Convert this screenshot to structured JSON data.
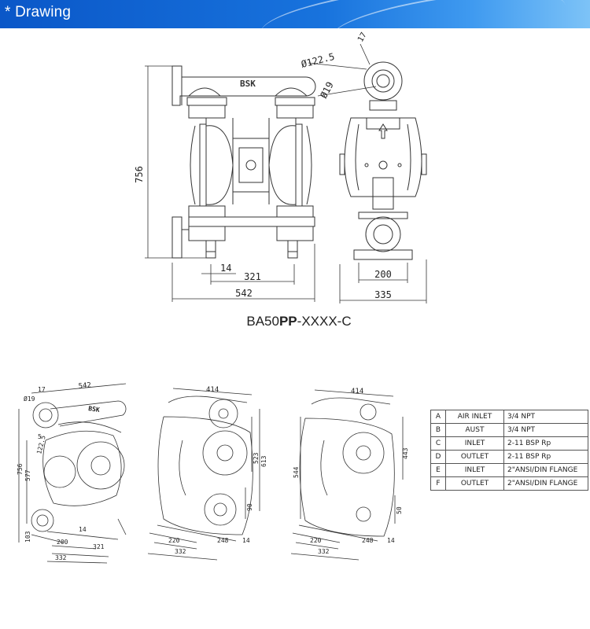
{
  "banner": {
    "title": "* Drawing"
  },
  "brand_mark": "BSK",
  "model": {
    "prefix": "BA50",
    "bold": "PP",
    "suffix": "-XXXX-C"
  },
  "front_view": {
    "height": "756",
    "width_total": "542",
    "width_mid": "321",
    "offset": "14"
  },
  "side_view": {
    "flange_diameter": "Ø122.5",
    "hole_diameter": "Ø19",
    "outer_thickness": "17",
    "base_width": "200",
    "total_width": "335"
  },
  "iso_view_1": {
    "top_width": "542",
    "hole": "Ø19",
    "thick": "17",
    "flange": "122.5",
    "offset_small": "5",
    "height": "756",
    "height_inner": "577",
    "bottom": "103",
    "base_small": "14",
    "base_a": "200",
    "base_b": "321",
    "base_c": "332",
    "brand": "BSK"
  },
  "iso_view_2": {
    "top": "414",
    "h1": "613",
    "h2": "523",
    "h3": "90",
    "b1": "220",
    "b2": "332",
    "b3": "248",
    "b4": "14"
  },
  "iso_view_3": {
    "top": "414",
    "h1": "544",
    "h2": "443",
    "h3": "50",
    "b1": "220",
    "b2": "332",
    "b3": "248",
    "b4": "14"
  },
  "legend": {
    "rows": [
      {
        "key": "A",
        "name": "AIR INLET",
        "value": "3/4 NPT"
      },
      {
        "key": "B",
        "name": "AUST",
        "value": "3/4 NPT"
      },
      {
        "key": "C",
        "name": "INLET",
        "value": "2-11 BSP Rp"
      },
      {
        "key": "D",
        "name": "OUTLET",
        "value": "2-11 BSP Rp"
      },
      {
        "key": "E",
        "name": "INLET",
        "value": "2\"ANSI/DIN FLANGE"
      },
      {
        "key": "F",
        "name": "OUTLET",
        "value": "2\"ANSI/DIN FLANGE"
      }
    ]
  }
}
